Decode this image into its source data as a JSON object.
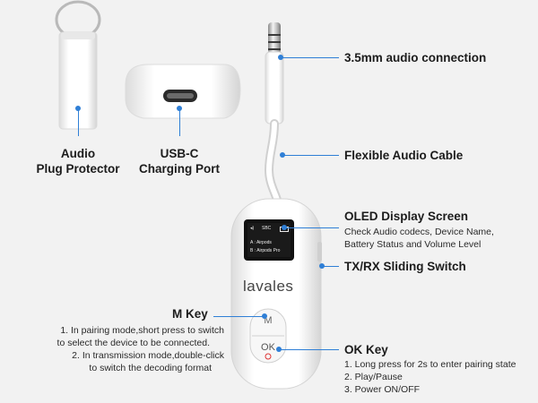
{
  "labels": {
    "protector_line1": "Audio",
    "protector_line2": "Plug Protector",
    "usbc_line1": "USB-C",
    "usbc_line2": "Charging Port",
    "audio_connection": "3.5mm audio connection",
    "flex_cable": "Flexible Audio Cable",
    "oled_title": "OLED Display Screen",
    "oled_desc1": "Check Audio codecs, Device Name,",
    "oled_desc2": "Battery Status and Volume Level",
    "txrx": "TX/RX Sliding Switch",
    "mkey_title": "M Key",
    "mkey_desc1": "1. In pairing mode,short press to switch",
    "mkey_desc2": "to select the device to be   connected.",
    "mkey_desc3": "2. In transmission mode,double-click",
    "mkey_desc4": "to switch the decoding format",
    "okkey_title": "OK Key",
    "okkey_desc1": "1. Long press for 2s to enter pairing state",
    "okkey_desc2": "2. Play/Pause",
    "okkey_desc3": "3. Power ON/OFF"
  },
  "device": {
    "brand": "lavales",
    "screen_status": "SBC",
    "screen_line1": "A : Airpods",
    "screen_line2": "B : Airpods Pro",
    "m_button": "M",
    "ok_button": "OK"
  },
  "accent_color": "#2f7fd6"
}
